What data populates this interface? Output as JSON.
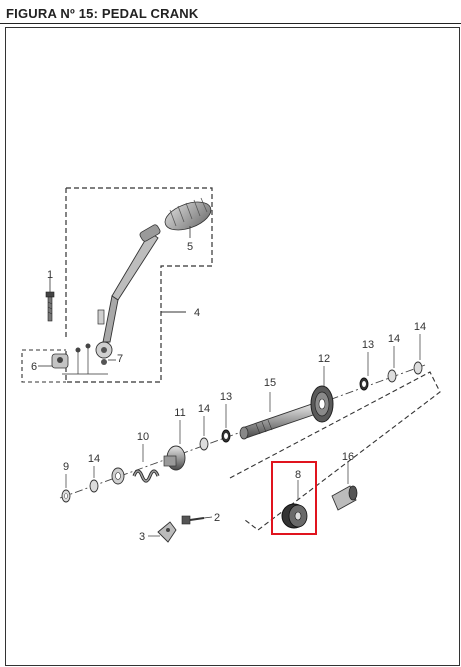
{
  "header": {
    "title": "FIGURA Nº 15: PEDAL CRANK"
  },
  "colors": {
    "highlight": "#e0141e",
    "line": "#333333",
    "part_dark": "#2b2b2b",
    "part_mid": "#7a7a7a",
    "part_light": "#c8c8c8"
  },
  "labels": {
    "p1": "1",
    "p2": "2",
    "p3": "3",
    "p4": "4",
    "p5": "5",
    "p6": "6",
    "p7": "7",
    "p8": "8",
    "p9": "9",
    "p10": "10",
    "p11": "11",
    "p12": "12",
    "p13a": "13",
    "p13b": "13",
    "p14a": "14",
    "p14b": "14",
    "p14c": "14",
    "p14d": "14",
    "p15": "15",
    "p16": "16"
  }
}
